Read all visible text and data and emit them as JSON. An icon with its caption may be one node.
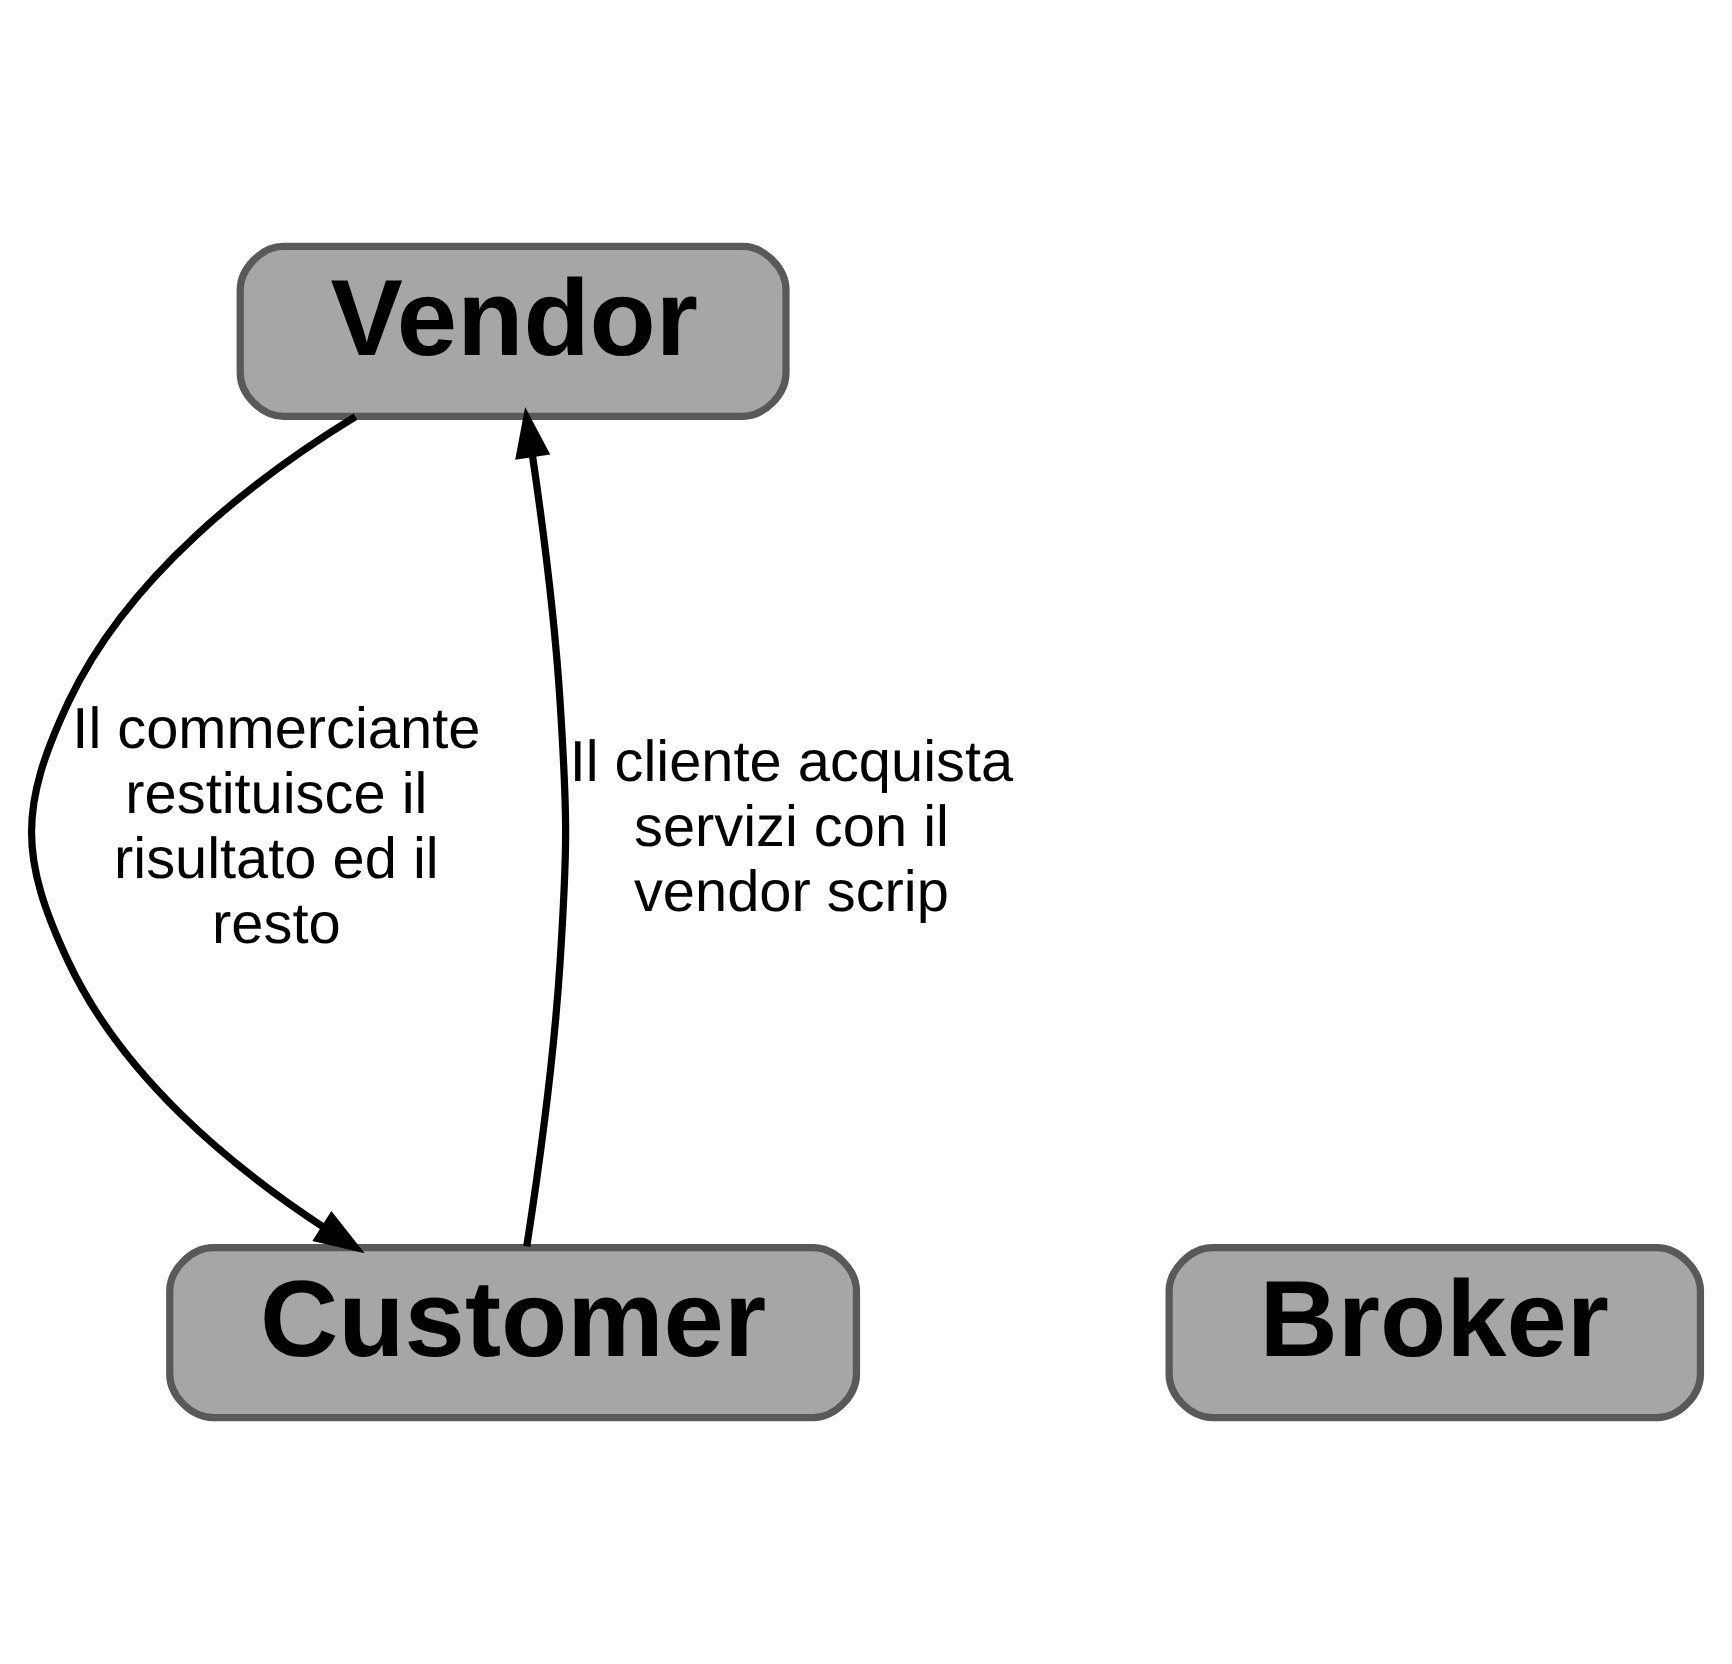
{
  "diagram": {
    "nodes": [
      {
        "text": [
          "Vendor"
        ]
      },
      {
        "text": [
          "Customer"
        ]
      },
      {
        "text": [
          "Broker"
        ]
      }
    ],
    "edges": [
      {
        "from": 1,
        "to": 0,
        "arrow": "to",
        "label": "Il cliente acquista servizi con il vendor scrip"
      },
      {
        "from": 0,
        "to": 1,
        "arrow": "to",
        "label": "Il commerciante restituisce il risultato ed il resto"
      }
    ]
  }
}
